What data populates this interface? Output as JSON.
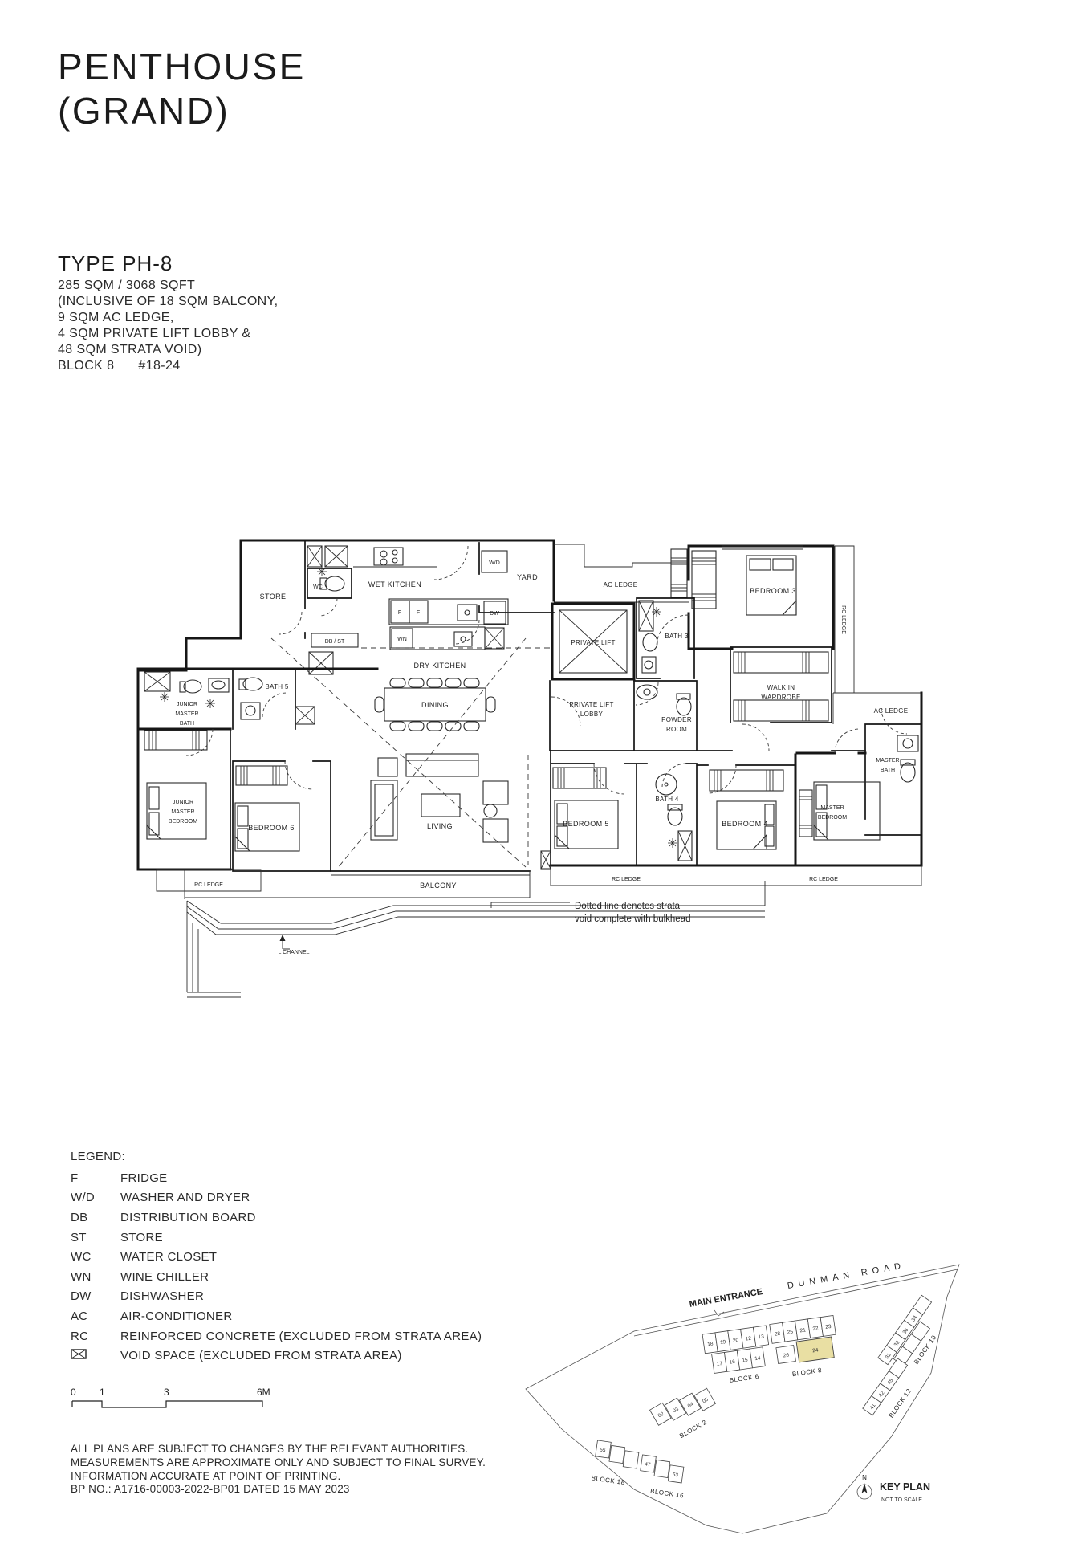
{
  "title": {
    "line1": "PENTHOUSE",
    "line2": "(GRAND)"
  },
  "unit_info": {
    "type": "TYPE PH-8",
    "area": "285 SQM / 3068 SQFT",
    "incl1": "(INCLUSIVE OF 18 SQM BALCONY,",
    "incl2": "9 SQM AC LEDGE,",
    "incl3": "4 SQM PRIVATE LIFT LOBBY &",
    "incl4": "48 SQM STRATA VOID)",
    "block": "BLOCK 8",
    "unit_no": "#18-24"
  },
  "plan": {
    "store": "STORE",
    "wc": "WC",
    "wet_kitchen": "WET KITCHEN",
    "wd": "W/D",
    "yard": "YARD",
    "ac_ledge_top": "AC LEDGE",
    "bedroom3": "BEDROOM 3",
    "rc_ledge_right": "RC LEDGE",
    "private_lift": "PRIVATE LIFT",
    "bath3": "BATH 3",
    "walk_in1": "WALK IN",
    "walk_in2": "WARDROBE",
    "ac_ledge_right": "AC LEDGE",
    "lift_lobby1": "PRIVATE LIFT",
    "lift_lobby2": "LOBBY",
    "powder1": "POWDER",
    "powder2": "ROOM",
    "db_st": "DB / ST",
    "f": "F",
    "dw": "DW",
    "wn": "WN",
    "dry_kitchen": "DRY KITCHEN",
    "dining": "DINING",
    "bath5": "BATH 5",
    "jmb1": "JUNIOR",
    "jmb2": "MASTER",
    "jmb3": "BATH",
    "jmbed1": "JUNIOR",
    "jmbed2": "MASTER",
    "jmbed3": "BEDROOM",
    "bedroom6": "BEDROOM 6",
    "rc_ledge_bl": "RC LEDGE",
    "living": "LIVING",
    "balcony": "BALCONY",
    "bedroom5": "BEDROOM 5",
    "bath4": "BATH 4",
    "bedroom4": "BEDROOM 4",
    "master1": "MASTER",
    "master2": "BEDROOM",
    "mbath1": "MASTER",
    "mbath2": "BATH",
    "rc_ledge_b1": "RC LEDGE",
    "rc_ledge_b2": "RC LEDGE",
    "l_channel": "L CHANNEL",
    "note1": "Dotted line denotes strata",
    "note2": "void complete with bulkhead"
  },
  "legend": {
    "heading": "LEGEND:",
    "items": [
      {
        "abbr": "F",
        "desc": "FRIDGE"
      },
      {
        "abbr": "W/D",
        "desc": "WASHER AND DRYER"
      },
      {
        "abbr": "DB",
        "desc": "DISTRIBUTION BOARD"
      },
      {
        "abbr": "ST",
        "desc": "STORE"
      },
      {
        "abbr": "WC",
        "desc": "WATER CLOSET"
      },
      {
        "abbr": "WN",
        "desc": "WINE CHILLER"
      },
      {
        "abbr": "DW",
        "desc": "DISHWASHER"
      },
      {
        "abbr": "AC",
        "desc": "AIR-CONDITIONER"
      },
      {
        "abbr": "RC",
        "desc": "REINFORCED CONCRETE (EXCLUDED FROM STRATA AREA)"
      },
      {
        "abbr": "",
        "desc": "VOID SPACE (EXCLUDED FROM STRATA AREA)"
      }
    ]
  },
  "scale_bar": {
    "t0": "0",
    "t1": "1",
    "t3": "3",
    "t6": "6M"
  },
  "disclaimer": {
    "line1": "ALL PLANS ARE SUBJECT TO CHANGES BY THE RELEVANT AUTHORITIES.",
    "line2": "MEASUREMENTS ARE APPROXIMATE ONLY AND SUBJECT TO FINAL SURVEY.",
    "line3": "INFORMATION ACCURATE AT POINT OF PRINTING.",
    "line4": "BP NO.: A1716-00003-2022-BP01 DATED 15 MAY 2023"
  },
  "key_plan": {
    "main_entrance": "MAIN ENTRANCE",
    "road": "DUNMAN ROAD",
    "title": "KEY PLAN",
    "subtitle": "NOT TO SCALE",
    "north": "N",
    "highlight_color": "#e9dfa3",
    "highlight_unit": "24",
    "blocks": {
      "b6": "BLOCK 6",
      "b8": "BLOCK 8",
      "b10": "BLOCK 10",
      "b12": "BLOCK 12",
      "b2": "BLOCK 2",
      "b18": "BLOCK 18",
      "b16": "BLOCK 16"
    },
    "units": {
      "u18": "18",
      "u19": "19",
      "u20": "20",
      "u12": "12",
      "u13": "13",
      "u17": "17",
      "u16": "16",
      "u15": "15",
      "u14": "14",
      "u28": "28",
      "u25": "25",
      "u21": "21",
      "u22": "22",
      "u23": "23",
      "u26": "26",
      "u24": "24",
      "u31": "31",
      "u32": "32",
      "u36": "36",
      "u34": "34",
      "u41": "41",
      "u42": "42",
      "u45": "45",
      "u02": "02",
      "u03": "03",
      "u04": "04",
      "u05": "05",
      "u55": "55",
      "u47": "47",
      "u53": "53"
    }
  }
}
